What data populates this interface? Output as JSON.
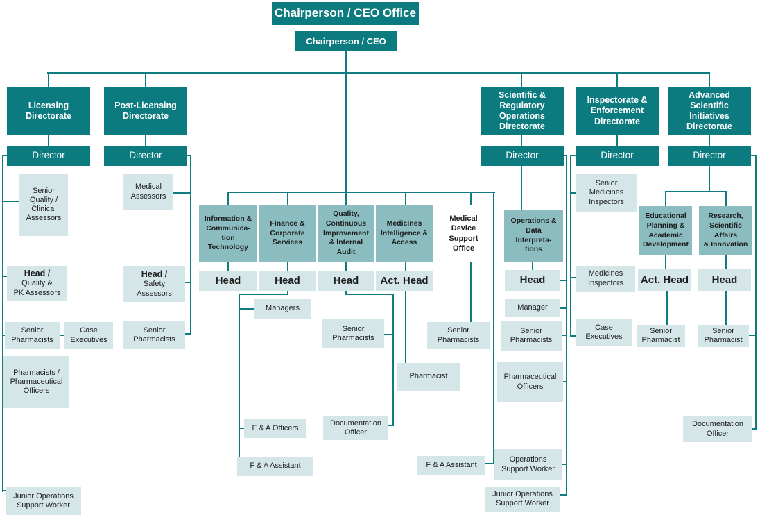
{
  "colors": {
    "dark_teal": "#0c7b80",
    "mid_teal": "#8bbdc0",
    "light_teal": "#d4e6e7",
    "line": "#0f7d80",
    "text_dark": "#1d1d1d"
  },
  "root": {
    "office": "Chairperson / CEO Office",
    "ceo": "Chairperson / CEO"
  },
  "directorates": {
    "licensing": {
      "title": "Licensing\nDirectorate",
      "director": "Director",
      "senior_assessors": "Senior\nQuality /\nClinical\nAssessors",
      "head_title": "Head /",
      "head_subtitle": "Quality &\nPK Assessors",
      "senior_pharmacists": "Senior\nPharmacists",
      "case_executives": "Case\nExecutives",
      "pharmacists": "Pharmacists /\nPharmaceutical\nOfficers",
      "junior_ops": "Junior Operations\nSupport Worker"
    },
    "post_licensing": {
      "title": "Post-Licensing\nDirectorate",
      "director": "Director",
      "medical_assessors": "Medical\nAssessors",
      "head_title": "Head /",
      "head_subtitle": "Safety\nAssessors",
      "senior_pharmacists": "Senior\nPharmacists"
    },
    "scientific_regulatory": {
      "title": "Scientific &\nRegulatory\nOperations\nDirectorate",
      "director": "Director",
      "unit": "Operations &\nData\nInterpreta-\ntions",
      "head": "Head",
      "manager": "Manager",
      "senior_pharmacists": "Senior\nPharmacists",
      "pharmaceutical_officers": "Pharmaceutical\nOfficers",
      "ops_support_worker": "Operations\nSupport Worker",
      "junior_ops_support_worker": "Junior Operations\nSupport Worker"
    },
    "inspectorate": {
      "title": "Inspectorate &\nEnforcement\nDirectorate",
      "director": "Director",
      "senior_medicines_inspectors": "Senior\nMedicines\nInspectors",
      "medicines_inspectors": "Medicines\nInspectors",
      "case_executives": "Case\nExecutives"
    },
    "advanced": {
      "title": "Advanced\nScientific\nInitiatives\nDirectorate",
      "director": "Director",
      "edu_unit": "Educational\nPlanning &\nAcademic\nDevelopment",
      "research_unit": "Research,\nScientific\nAffairs\n& Innovation",
      "act_head": "Act. Head",
      "head": "Head",
      "senior_pharmacist_left": "Senior\nPharmacist",
      "senior_pharmacist_right": "Senior\nPharmacist",
      "documentation_officer": "Documentation\nOfficer"
    }
  },
  "central_units": {
    "ict": {
      "title": "Information &\nCommunica-\ntion\nTechnology",
      "head": "Head"
    },
    "finance": {
      "title": "Finance &\nCorporate\nServices",
      "head": "Head",
      "managers": "Managers",
      "fa_officers": "F & A Officers",
      "fa_assistant": "F & A Assistant"
    },
    "quality": {
      "title": "Quality,\nContinuous\nImprovement\n& Internal\nAudit",
      "head": "Head",
      "senior_pharmacists": "Senior\nPharmacists",
      "documentation_officer": "Documentation\nOfficer"
    },
    "medicines_intelligence": {
      "title": "Medicines\nIntelligence &\nAccess",
      "head": "Act. Head",
      "pharmacist": "Pharmacist"
    },
    "medical_device": {
      "title": "Medical\nDevice\nSupport\nOffice",
      "senior_pharmacists": "Senior\nPharmacists",
      "fa_assistant": "F & A Assistant"
    }
  }
}
